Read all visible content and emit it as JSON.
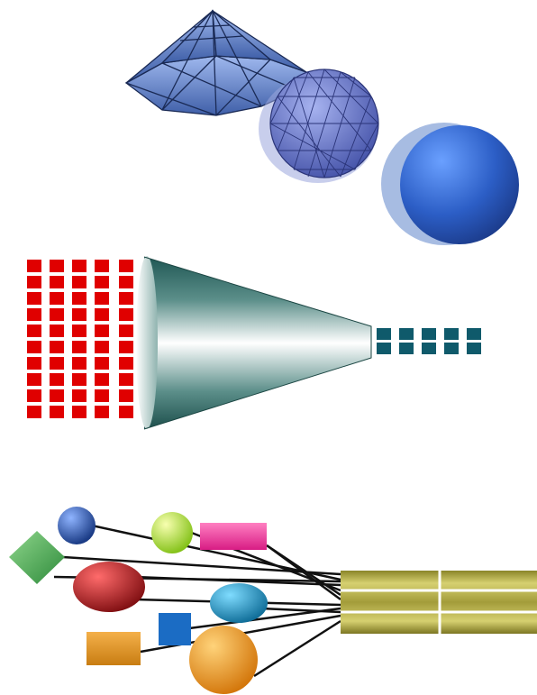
{
  "figure": {
    "sections": [
      {
        "id": "tessellation",
        "shapes": [
          "faceted-pyramid-dome",
          "geodesic-sphere",
          "smooth-sphere"
        ],
        "colors": {
          "facet_blue": "#5b7fc6",
          "sphere_blue": "#3a6fcf",
          "shadow": "#8aa6d8"
        }
      },
      {
        "id": "funnel",
        "input_color": "#e00000",
        "output_color": "#0f5a6b",
        "funnel_color": "#2f6b66",
        "input_blocks": 50,
        "output_blocks": 10
      },
      {
        "id": "bundle",
        "shapes": [
          "green-diamond",
          "blue-ball",
          "red-ellipse",
          "lime-ball",
          "pink-bar",
          "teal-ellipse",
          "blue-square",
          "orange-rect",
          "orange-ball"
        ],
        "band_color": "#a9a23f",
        "line_color": "#111111"
      }
    ]
  }
}
